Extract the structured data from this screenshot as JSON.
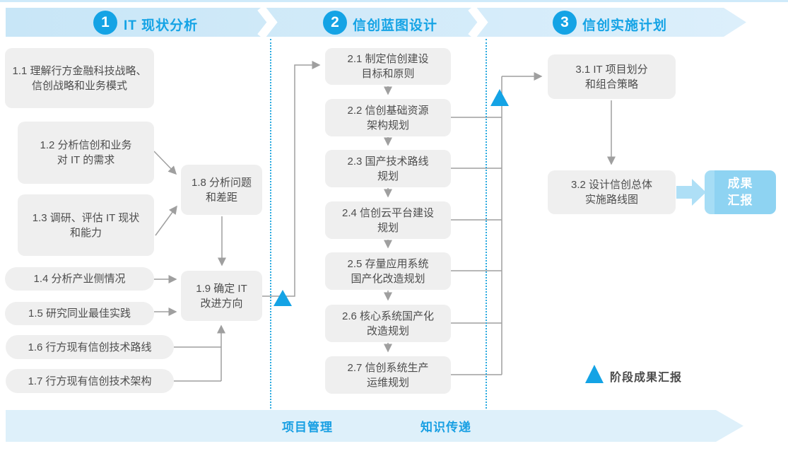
{
  "colors": {
    "accent": "#14a3e5",
    "band_fill": "#cbe8f8",
    "band_fill_light": "#ddeffb",
    "bottom_band_fill": "#def0fa",
    "box_fill": "#efefef",
    "box_text": "#4d4d4d",
    "connector": "#9f9f9f",
    "dotted_separator": "#2aaae0",
    "output_box_fill": "#8ed3f2",
    "fat_arrow_fill": "#aedff6"
  },
  "phases": [
    {
      "number": "1",
      "title": "IT 现状分析"
    },
    {
      "number": "2",
      "title": "信创蓝图设计"
    },
    {
      "number": "3",
      "title": "信创实施计划"
    }
  ],
  "boxes": {
    "b11": "1.1 理解行方金融科技战略、\n信创战略和业务模式",
    "b12": "1.2 分析信创和业务\n对 IT 的需求",
    "b13": "1.3 调研、评估 IT 现状\n和能力",
    "b14": "1.4 分析产业侧情况",
    "b15": "1.5 研究同业最佳实践",
    "b16": "1.6 行方现有信创技术路线",
    "b17": "1.7 行方现有信创技术架构",
    "b18": "1.8 分析问题\n和差距",
    "b19": "1.9 确定 IT\n改进方向",
    "b21": "2.1 制定信创建设\n目标和原则",
    "b22": "2.2 信创基础资源\n架构规划",
    "b23": "2.3 国产技术路线\n规划",
    "b24": "2.4 信创云平台建设\n规划",
    "b25": "2.5 存量应用系统\n国产化改造规划",
    "b26": "2.6 核心系统国产化\n改造规划",
    "b27": "2.7 信创系统生产\n运维规划",
    "b31": "3.1 IT 项目划分\n和组合策略",
    "b32": "3.2 设计信创总体\n实施路线图"
  },
  "output_box": "成果\n汇报",
  "legend": {
    "label": "阶段成果汇报"
  },
  "bottom_bar": {
    "left_label": "项目管理",
    "right_label": "知识传递"
  }
}
